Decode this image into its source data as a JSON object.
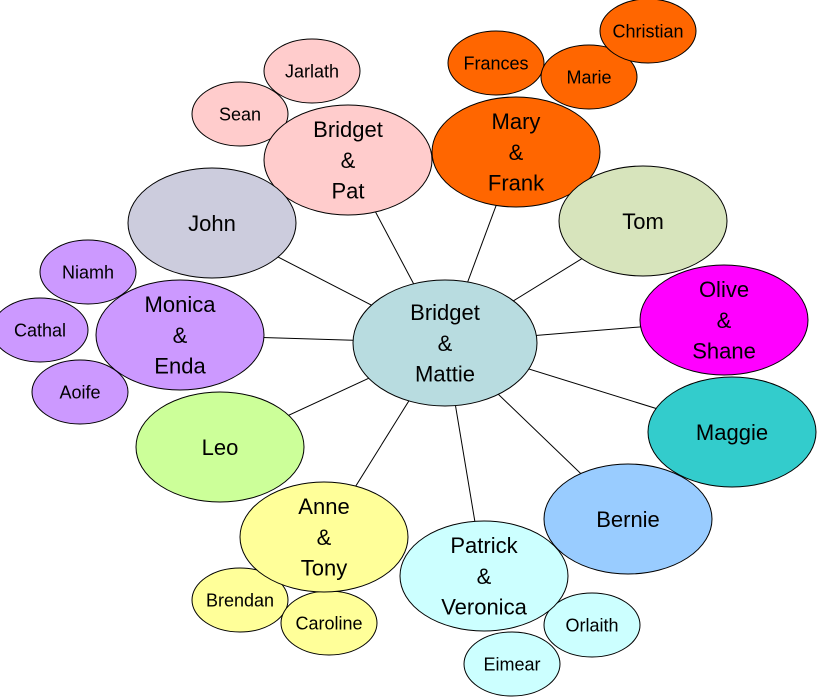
{
  "root": {
    "id": "bridget-mattie",
    "lines": [
      "Bridget",
      "&",
      "Mattie"
    ],
    "color": "#b8dce0"
  },
  "children": [
    {
      "id": "bridget-pat",
      "lines": [
        "Bridget",
        "&",
        "Pat"
      ],
      "color": "#ffcccc",
      "text_color": "#000000",
      "kids": [
        {
          "id": "jarlath",
          "label": "Jarlath"
        },
        {
          "id": "sean",
          "label": "Sean"
        }
      ]
    },
    {
      "id": "mary-frank",
      "lines": [
        "Mary",
        "&",
        "Frank"
      ],
      "color": "#ff6600",
      "text_color": "#000000",
      "kids": [
        {
          "id": "frances",
          "label": "Frances"
        },
        {
          "id": "marie",
          "label": "Marie"
        },
        {
          "id": "christian",
          "label": "Christian"
        }
      ]
    },
    {
      "id": "tom",
      "lines": [
        "Tom"
      ],
      "color": "#d7e4bc",
      "text_color": "#000000",
      "kids": []
    },
    {
      "id": "olive-shane",
      "lines": [
        "Olive",
        "&",
        "Shane"
      ],
      "color": "#ff00ff",
      "text_color": "#000000",
      "kids": []
    },
    {
      "id": "maggie",
      "lines": [
        "Maggie"
      ],
      "color": "#33cccc",
      "text_color": "#000000",
      "kids": []
    },
    {
      "id": "bernie",
      "lines": [
        "Bernie"
      ],
      "color": "#99ccff",
      "text_color": "#000000",
      "kids": []
    },
    {
      "id": "patrick-veronica",
      "lines": [
        "Patrick",
        "&",
        "Veronica"
      ],
      "color": "#ccffff",
      "text_color": "#000000",
      "kids": [
        {
          "id": "orlaith",
          "label": "Orlaith"
        },
        {
          "id": "eimear",
          "label": "Eimear"
        }
      ]
    },
    {
      "id": "anne-tony",
      "lines": [
        "Anne",
        "&",
        "Tony"
      ],
      "color": "#ffff99",
      "text_color": "#000000",
      "kids": [
        {
          "id": "brendan",
          "label": "Brendan"
        },
        {
          "id": "caroline",
          "label": "Caroline"
        }
      ]
    },
    {
      "id": "leo",
      "lines": [
        "Leo"
      ],
      "color": "#ccff99",
      "text_color": "#000000",
      "kids": []
    },
    {
      "id": "monica-enda",
      "lines": [
        "Monica",
        "&",
        "Enda"
      ],
      "color": "#cc99ff",
      "text_color": "#333399",
      "kids": [
        {
          "id": "niamh",
          "label": "Niamh"
        },
        {
          "id": "cathal",
          "label": "Cathal"
        },
        {
          "id": "aoife",
          "label": "Aoife"
        }
      ]
    },
    {
      "id": "john",
      "lines": [
        "John"
      ],
      "color": "#ccccdd",
      "text_color": "#000000",
      "kids": []
    }
  ]
}
